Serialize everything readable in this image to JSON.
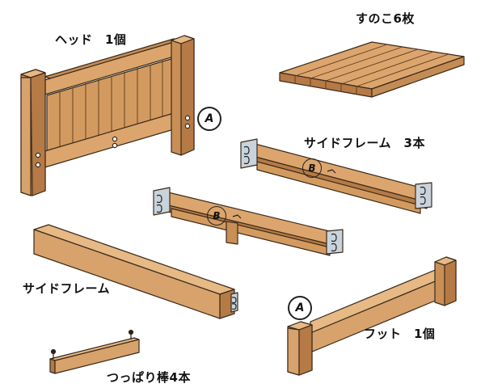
{
  "labels": {
    "head": "ヘッド　1個",
    "slats": "すのこ6枚",
    "side_frame_3": "サイドフレーム　3本",
    "side_frame": "サイドフレーム",
    "foot": "フット　1個",
    "struts": "つっぱり棒4本"
  },
  "callouts": {
    "a": "A",
    "b": "B"
  },
  "colors": {
    "wood": "#d8a26c",
    "wood_dark": "#b57a45",
    "wood_light": "#e6b985",
    "outline": "#3a2a1a",
    "metal": "#c9d3dc"
  }
}
